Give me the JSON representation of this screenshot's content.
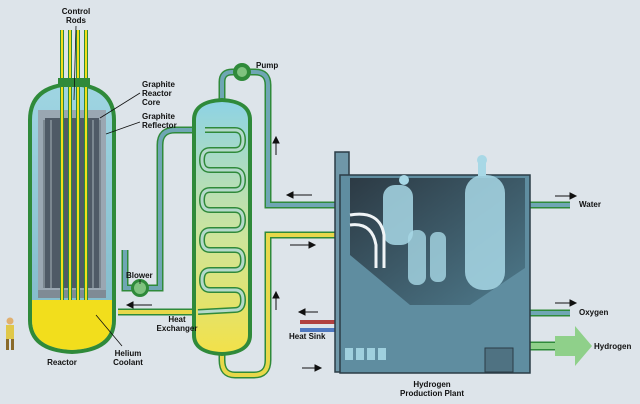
{
  "labels": {
    "control_rods_line1": "Control",
    "control_rods_line2": "Rods",
    "graphite_core_line1": "Graphite",
    "graphite_core_line2": "Reactor",
    "graphite_core_line3": "Core",
    "graphite_reflector_line1": "Graphite",
    "graphite_reflector_line2": "Reflector",
    "pump": "Pump",
    "blower": "Blower",
    "reactor": "Reactor",
    "helium_coolant_line1": "Helium",
    "helium_coolant_line2": "Coolant",
    "heat_exchanger_line1": "Heat",
    "heat_exchanger_line2": "Exchanger",
    "heat_sink": "Heat Sink",
    "water": "Water",
    "oxygen": "Oxygen",
    "hydrogen": "Hydrogen",
    "hydrogen_plant_line1": "Hydrogen",
    "hydrogen_plant_line2": "Production Plant"
  },
  "colors": {
    "background": "#dde4ea",
    "vessel_shell": "#2f8a3a",
    "coolant_yellow": "#f2de1c",
    "reactor_core": "#4f5a66",
    "hot_pipe": "#6fa6b4",
    "cool_pipe": "#e8d84a",
    "plant_body": "#5f8da0",
    "hydrogen_arrow": "#8fd08a"
  }
}
